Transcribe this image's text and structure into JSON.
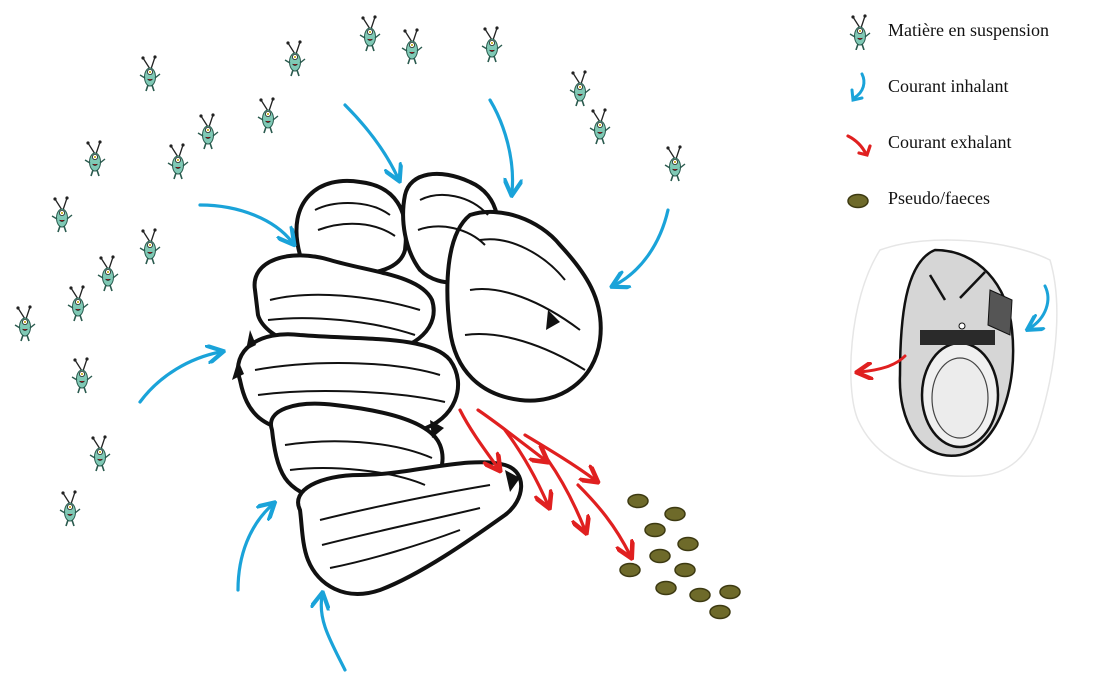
{
  "legend": {
    "items": [
      {
        "label": "Matière en suspension",
        "icon": "suspended-particle-icon"
      },
      {
        "label": "Courant inhalant",
        "icon": "inhalant-arrow-icon",
        "color": "#1aa3d9"
      },
      {
        "label": "Courant exhalant",
        "icon": "exhalant-arrow-icon",
        "color": "#e02020"
      },
      {
        "label": "Pseudo/faeces",
        "icon": "faeces-pellet-icon",
        "color": "#6e6a2a"
      }
    ]
  },
  "colors": {
    "inhalant": "#1aa3d9",
    "exhalant": "#e02020",
    "faeces": "#6e6a2a",
    "faeces_outline": "#3d3a12",
    "particle_body": "#7fc9b5",
    "outline": "#111111"
  }
}
